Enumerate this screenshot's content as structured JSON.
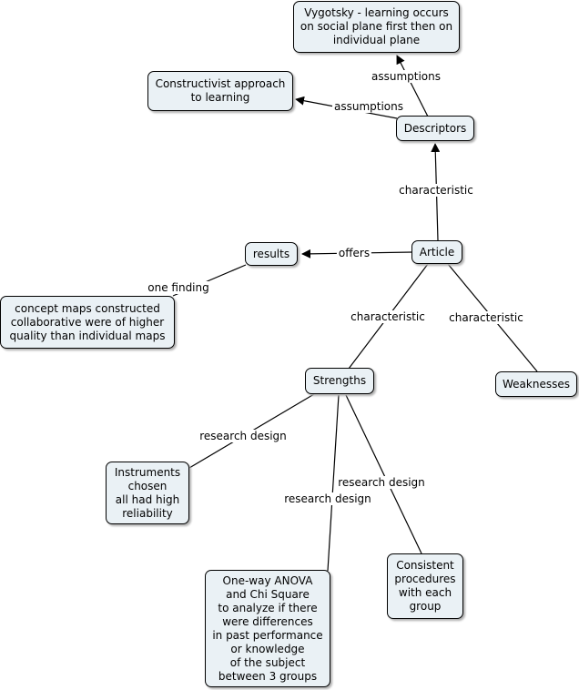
{
  "nodes": {
    "vygotsky": "Vygotsky - learning occurs\non social plane first then on\nindividual plane",
    "constructivist": "Constructivist approach\nto learning",
    "descriptors": "Descriptors",
    "article": "Article",
    "results": "results",
    "concept_maps": "concept maps constructed\ncollaborative were of higher\nquality than individual maps",
    "strengths": "Strengths",
    "weaknesses": "Weaknesses",
    "instruments": "Instruments\nchosen\nall had high\nreliability",
    "anova": "One-way ANOVA\nand Chi Square\nto analyze if there\nwere differences\nin past performance\nor knowledge\nof the subject\nbetween 3 groups",
    "consistent": "Consistent\nprocedures\nwith each\ngroup"
  },
  "links": {
    "assumptions_1": "assumptions",
    "assumptions_2": "assumptions",
    "characteristic_descriptors": "characteristic",
    "offers": "offers",
    "one_finding": "one finding",
    "characteristic_strengths": "characteristic",
    "characteristic_weaknesses": "characteristic",
    "research_design_1": "research design",
    "research_design_2": "research design",
    "research_design_3": "research design"
  },
  "colors": {
    "node_fill": "#eaf1f5",
    "line": "#000000"
  }
}
